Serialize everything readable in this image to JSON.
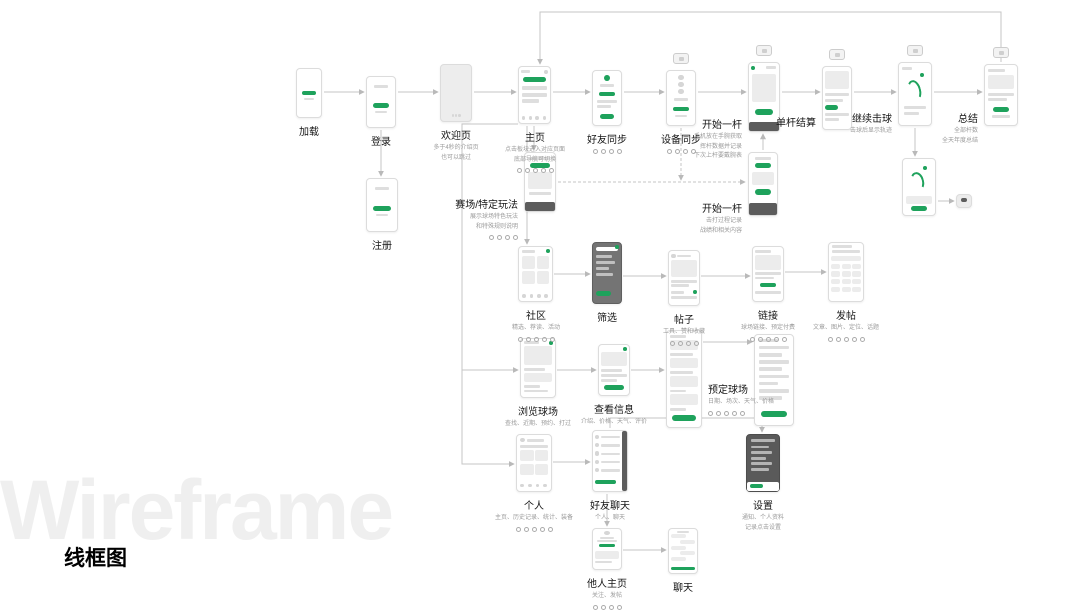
{
  "page": {
    "title": "线框图",
    "watermark": "Wireframe"
  },
  "colors": {
    "accent": "#1ea25c",
    "edge": "#c5c5c5",
    "dark_panel": "#5a5a5a"
  },
  "nodes": [
    {
      "id": "loading",
      "label": "加载"
    },
    {
      "id": "login",
      "label": "登录"
    },
    {
      "id": "register",
      "label": "注册"
    },
    {
      "id": "welcome",
      "label": "欢迎页",
      "caption": "多于4秒的介绍页\n也可以跳过"
    },
    {
      "id": "home",
      "label": "主页",
      "caption": "点击板块进入对应页面\n底部导航可切换",
      "dots": 5
    },
    {
      "id": "friend-sync",
      "label": "好友同步",
      "dots": 4
    },
    {
      "id": "device-sync",
      "label": "设备同步",
      "dots": 4
    },
    {
      "id": "start-stroke",
      "label": "开始一杆",
      "caption": "手机放在手腕获取\n挥杆数据并记录\n下次上杆要戴腕表"
    },
    {
      "id": "stroke-result",
      "label": "单杆结算"
    },
    {
      "id": "continue",
      "label": "继续击球",
      "caption": "击球后显示轨迹"
    },
    {
      "id": "summary",
      "label": "总结",
      "caption": "全部杆数\n全天年度总结"
    },
    {
      "id": "continue2",
      "label": ""
    },
    {
      "id": "watch",
      "label": ""
    },
    {
      "id": "special-play",
      "label": "赛场/特定玩法",
      "caption": "展示球场特色玩法\n和特殊规则说明",
      "dots": 4
    },
    {
      "id": "start-stroke2",
      "label": "开始一杆",
      "caption": "击打过程记录\n战绩和相关内容"
    },
    {
      "id": "community",
      "label": "社区",
      "caption": "精选、荐读、活动",
      "dots": 5
    },
    {
      "id": "filter",
      "label": "筛选"
    },
    {
      "id": "post",
      "label": "帖子",
      "caption": "工具、赞和收藏",
      "dots": 4
    },
    {
      "id": "link",
      "label": "链接",
      "caption": "球场链接、预定付费",
      "dots": 5
    },
    {
      "id": "publish",
      "label": "发帖",
      "caption": "文章、图片、定位、话题",
      "dots": 5
    },
    {
      "id": "browse",
      "label": "浏览球场",
      "caption": "查找、近期、预约、打过"
    },
    {
      "id": "info",
      "label": "查看信息",
      "caption": "介绍、价格、天气、评价"
    },
    {
      "id": "book",
      "label": "预定球场",
      "caption": "日期、场次、天气、价格",
      "dots": 5
    },
    {
      "id": "book2",
      "label": ""
    },
    {
      "id": "profile",
      "label": "个人",
      "caption": "主页、历史记录、统计、装备",
      "dots": 5
    },
    {
      "id": "friend-chat",
      "label": "好友聊天",
      "caption": "个人、聊天"
    },
    {
      "id": "settings",
      "label": "设置",
      "caption": "通知、个人资料\n记录点击设置"
    },
    {
      "id": "other-profile",
      "label": "他人主页",
      "caption": "关注、发帖",
      "dots": 4
    },
    {
      "id": "chat",
      "label": "聊天"
    }
  ],
  "edges": [
    {
      "from": "loading",
      "to": "login"
    },
    {
      "from": "login",
      "to": "register"
    },
    {
      "from": "login",
      "to": "welcome"
    },
    {
      "from": "welcome",
      "to": "home"
    },
    {
      "from": "home",
      "to": "friend-sync"
    },
    {
      "from": "friend-sync",
      "to": "device-sync"
    },
    {
      "from": "device-sync",
      "to": "start-stroke"
    },
    {
      "from": "start-stroke",
      "to": "stroke-result"
    },
    {
      "from": "stroke-result",
      "to": "continue"
    },
    {
      "from": "continue",
      "to": "summary"
    },
    {
      "from": "summary",
      "to": "home"
    },
    {
      "from": "home",
      "to": "special-play"
    },
    {
      "from": "special-play",
      "to": "start-stroke2",
      "dashed": true
    },
    {
      "from": "device-sync",
      "to": "start-stroke2",
      "dashed": true
    },
    {
      "from": "start-stroke2",
      "to": "start-stroke"
    },
    {
      "from": "continue",
      "to": "continue2"
    },
    {
      "from": "continue2",
      "to": "watch"
    },
    {
      "from": "home",
      "to": "community"
    },
    {
      "from": "home",
      "to": "profile"
    },
    {
      "from": "home",
      "to": "browse"
    },
    {
      "from": "community",
      "to": "filter"
    },
    {
      "from": "filter",
      "to": "post"
    },
    {
      "from": "post",
      "to": "link"
    },
    {
      "from": "link",
      "to": "publish"
    },
    {
      "from": "browse",
      "to": "info"
    },
    {
      "from": "info",
      "to": "book"
    },
    {
      "from": "book",
      "to": "book2"
    },
    {
      "from": "profile",
      "to": "friend-chat"
    },
    {
      "from": "friend-chat",
      "to": "settings"
    },
    {
      "from": "friend-chat",
      "to": "other-profile"
    },
    {
      "from": "other-profile",
      "to": "chat"
    }
  ]
}
